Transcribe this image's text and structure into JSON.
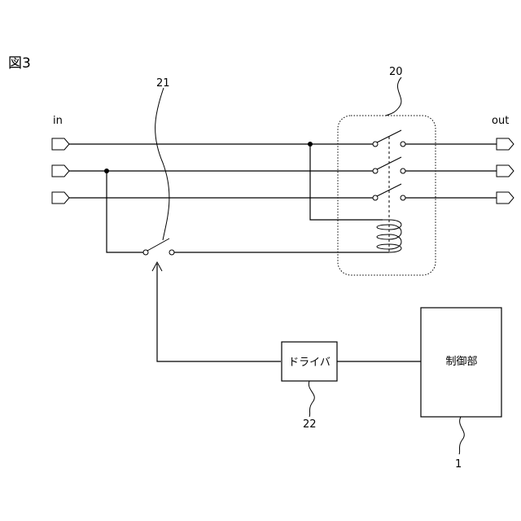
{
  "figure": {
    "label": "図3"
  },
  "terminals": {
    "in_label": "in",
    "out_label": "out"
  },
  "relay": {
    "ref": "20"
  },
  "switch": {
    "ref": "21"
  },
  "driver": {
    "label": "ドライバ",
    "ref": "22"
  },
  "controller": {
    "label": "制御部",
    "ref": "1"
  }
}
